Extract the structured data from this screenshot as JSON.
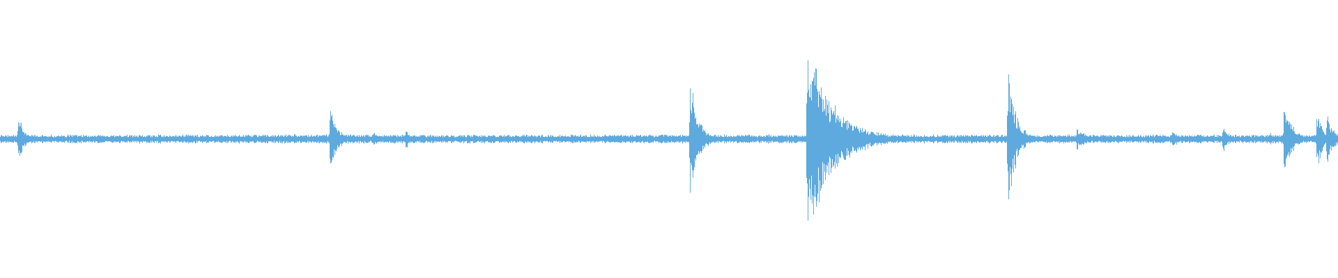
{
  "waveform": {
    "color": "#5ea9dd",
    "background": "#ffffff",
    "baseline_amplitude": 0.028,
    "time_range": [
      0,
      1
    ],
    "amplitude_range": [
      -1,
      1
    ],
    "events": [
      {
        "t": 0.0135,
        "amp": 0.22,
        "decay": 0.004
      },
      {
        "t": 0.2465,
        "amp": 0.24,
        "decay": 0.006
      },
      {
        "t": 0.2785,
        "amp": 0.07,
        "decay": 0.004
      },
      {
        "t": 0.303,
        "amp": 0.09,
        "decay": 0.004
      },
      {
        "t": 0.5155,
        "amp": 0.53,
        "decay": 0.006
      },
      {
        "t": 0.603,
        "amp": 0.78,
        "decay": 0.02
      },
      {
        "t": 0.753,
        "amp": 0.6,
        "decay": 0.006
      },
      {
        "t": 0.8045,
        "amp": 0.1,
        "decay": 0.007
      },
      {
        "t": 0.876,
        "amp": 0.1,
        "decay": 0.004
      },
      {
        "t": 0.914,
        "amp": 0.17,
        "decay": 0.003
      },
      {
        "t": 0.949,
        "amp": 0.06,
        "decay": 0.003
      },
      {
        "t": 0.9595,
        "amp": 0.3,
        "decay": 0.006
      },
      {
        "t": 0.984,
        "amp": 0.24,
        "decay": 0.005
      },
      {
        "t": 0.9915,
        "amp": 0.2,
        "decay": 0.005
      }
    ]
  }
}
